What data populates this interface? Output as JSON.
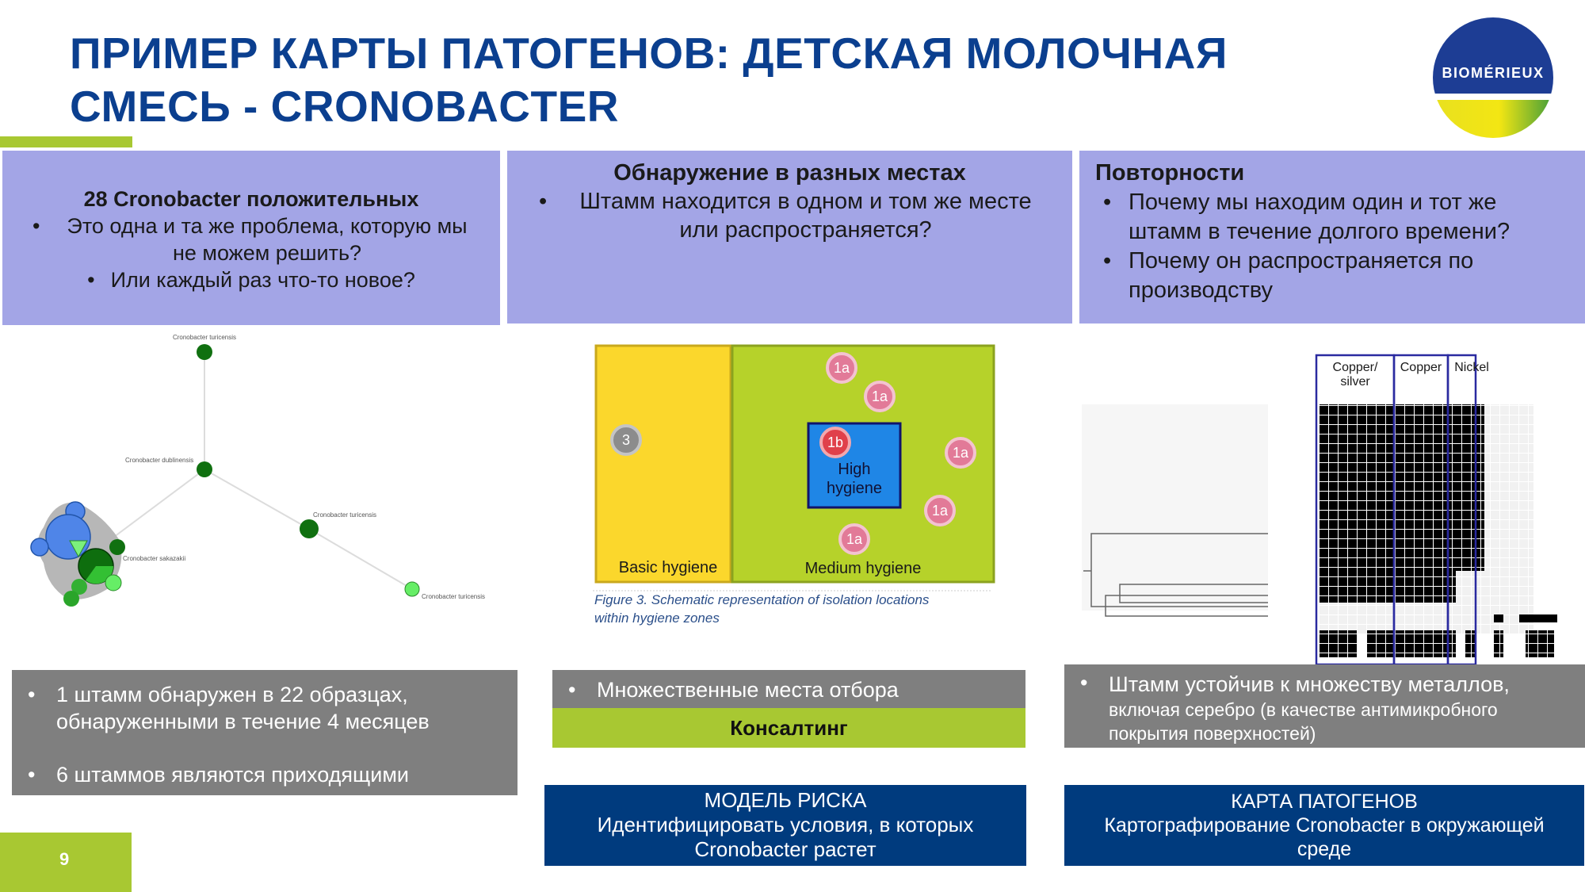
{
  "title": {
    "line1": "ПРИМЕР КАРТЫ ПАТОГЕНОВ:  ДЕТСКАЯ МОЛОЧНАЯ",
    "line2": "СМЕСЬ - CRONOBACTER"
  },
  "logo": {
    "text": "BIOMÉRIEUX",
    "colors": {
      "blue": "#1d3d94",
      "green": "#3b9a3a",
      "yellow": "#f0e010"
    }
  },
  "panels": {
    "left": {
      "heading": "28 Cronobacter положительных",
      "bullets": [
        "Это одна и та же проблема, которую мы не можем решить?",
        "Или каждый раз что-то новое?"
      ]
    },
    "middle": {
      "heading": "Обнаружение в разных местах",
      "bullets": [
        "Штамм находится в одном и том же месте или распространяется?"
      ]
    },
    "right": {
      "heading": "Повторности",
      "bullets": [
        "Почему мы находим один и тот же штамм в течение долгого времени?",
        "Почему он распространяется по производству"
      ]
    }
  },
  "network": {
    "labels": [
      "Cronobacter turicensis",
      "Cronobacter dublinensis",
      "Cronobacter turicensis",
      "Cronobacter sakazakii",
      "Cronobacter turicensis"
    ]
  },
  "zones": {
    "basic": "Basic hygiene",
    "medium": "Medium hygiene",
    "high_line1": "High",
    "high_line2": "hygiene",
    "markers": [
      "1a",
      "1a",
      "1a",
      "1a",
      "1a",
      "1b",
      "3"
    ],
    "caption_line1": "Figure 3. Schematic representation of isolation locations",
    "caption_line2": "within hygiene zones"
  },
  "metals": {
    "col1_line1": "Copper/",
    "col1_line2": "silver",
    "col2": "Copper",
    "col3": "Nickel"
  },
  "bottom": {
    "left": {
      "bullet1_line1": "1 штамм обнаружен в  22  образцах,",
      "bullet1_line2": "обнаруженными в течение 4 месяцев",
      "bullet2": "6 штаммов являются приходящими"
    },
    "middle": {
      "bullet": "Множественные места отбора",
      "consulting": "Консалтинг"
    },
    "right": {
      "bullet_line1": "Штамм устойчив к множеству металлов,",
      "bullet_line2": "включая серебро (в качестве антимикробного",
      "bullet_line3": "покрытия поверхностей)"
    }
  },
  "footer": {
    "risk": {
      "line1": "МОДЕЛЬ РИСКА",
      "line2": "Идентифицировать условия, в которых",
      "line3": "Cronobacter растет"
    },
    "map": {
      "line1": "КАРТА ПАТОГЕНОВ",
      "line2": "Картографирование Cronobacter в окружающей",
      "line3": "среде"
    }
  },
  "page_number": "9",
  "colors": {
    "title": "#0b3f8f",
    "lavender": "#a3a5e6",
    "green": "#a8c832",
    "grey": "#7f7f7f",
    "navy": "#003b7e"
  }
}
